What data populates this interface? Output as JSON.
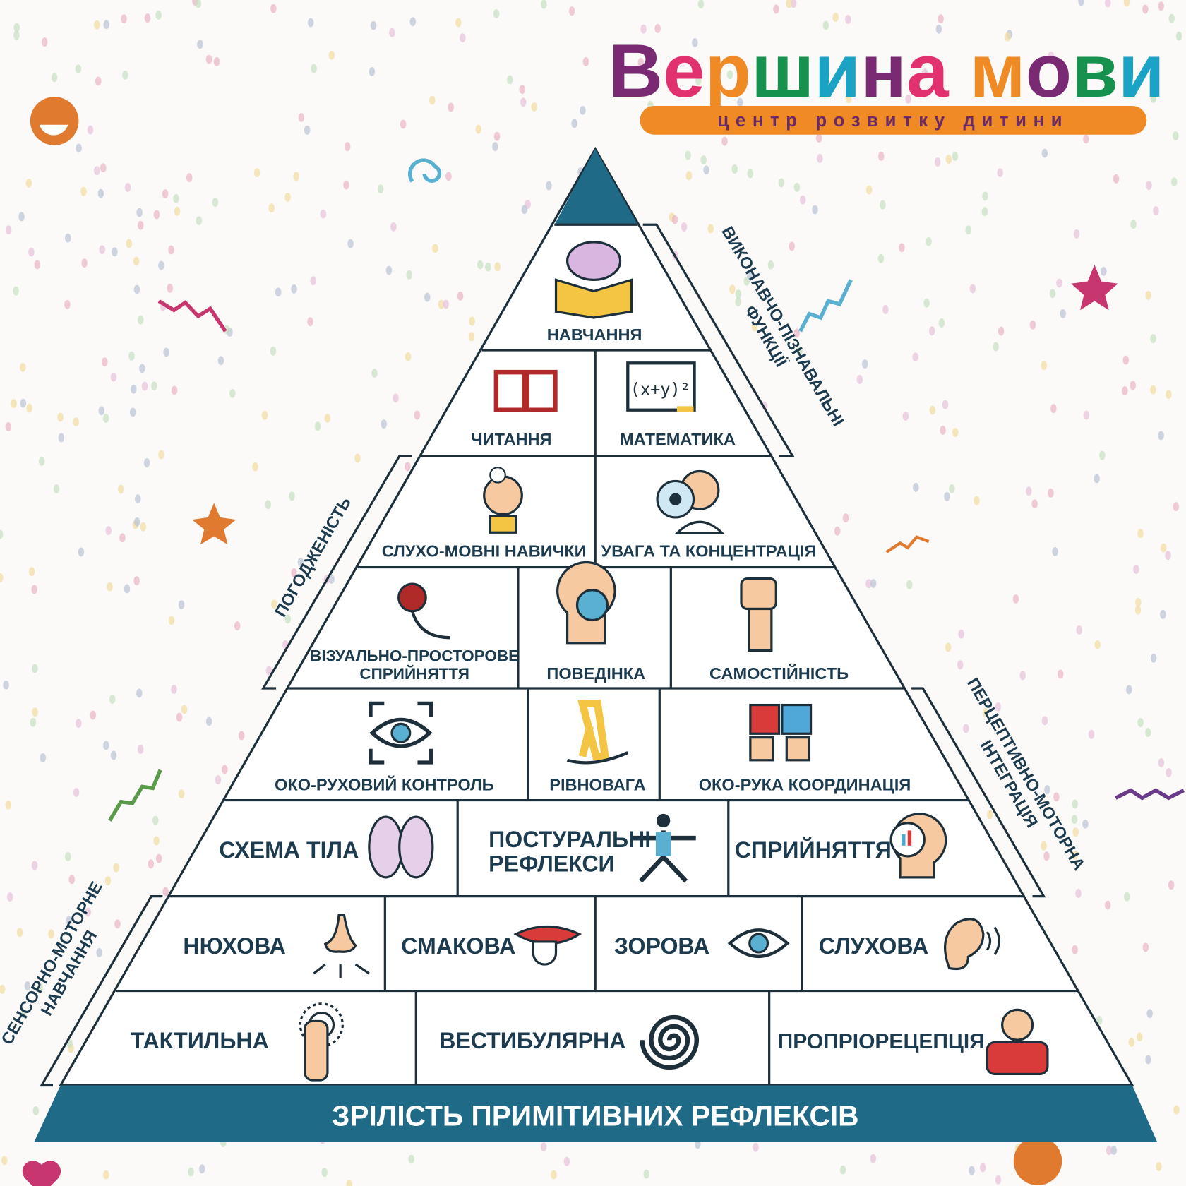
{
  "logo": {
    "title": "Вершина мови",
    "subtitle": "центр розвитку дитини",
    "letter_colors": [
      "#7a2a73",
      "#e2316f",
      "#f08a24",
      "#16924e",
      "#1aa3c4",
      "#7a2a73",
      "#e2316f",
      "#f08a24",
      "#7a2a73",
      "#16924e",
      "#1aa3c4",
      "#7a2a73"
    ],
    "banner_color": "#f08a24"
  },
  "colors": {
    "teal": "#1f6a86",
    "text": "#1d3b4f"
  },
  "pyramid": {
    "rows": [
      [
        "НАВЧАННЯ"
      ],
      [
        "ЧИТАННЯ",
        "МАТЕМАТИКА"
      ],
      [
        "СЛУХО-МОВНІ НАВИЧКИ",
        "УВАГА ТА КОНЦЕНТРАЦІЯ"
      ],
      [
        "ВІЗУАЛЬНО-ПРОСТОРОВЕ",
        "СПРИЙНЯТТЯ",
        "ПОВЕДІНКА",
        "САМОСТІЙНІСТЬ"
      ],
      [
        "ОКО-РУХОВИЙ КОНТРОЛЬ",
        "РІВНОВАГА",
        "ОКО-РУКА КООРДИНАЦІЯ"
      ],
      [
        "СХЕМА ТІЛА",
        "ПОСТУРАЛЬНІ",
        "РЕФЛЕКСИ",
        "СПРИЙНЯТТЯ"
      ],
      [
        "НЮХОВА",
        "СМАКОВА",
        "ЗОРОВА",
        "СЛУХОВА"
      ],
      [
        "ТАКТИЛЬНА",
        "ВЕСТИБУЛЯРНА",
        "ПРОПРІОРЕЦЕПЦІЯ"
      ]
    ],
    "base": "ЗРІЛІСТЬ ПРИМІТИВНИХ РЕФЛЕКСІВ",
    "math_formula": "(x+y)²"
  },
  "groups": {
    "executive": [
      "ВИКОНАВЧО-ПІЗНАВАЛЬНІ",
      "ФУНКЦІЇ"
    ],
    "coordination": "ПОГОДЖЕНІСТЬ",
    "perceptual": [
      "ПЕРЦЕПТИВНО-МОТОРНА",
      "ІНТЕГРАЦІЯ"
    ],
    "sensory": [
      "СЕНСОРНО-МОТОРНЕ",
      "НАВЧАННЯ"
    ]
  }
}
